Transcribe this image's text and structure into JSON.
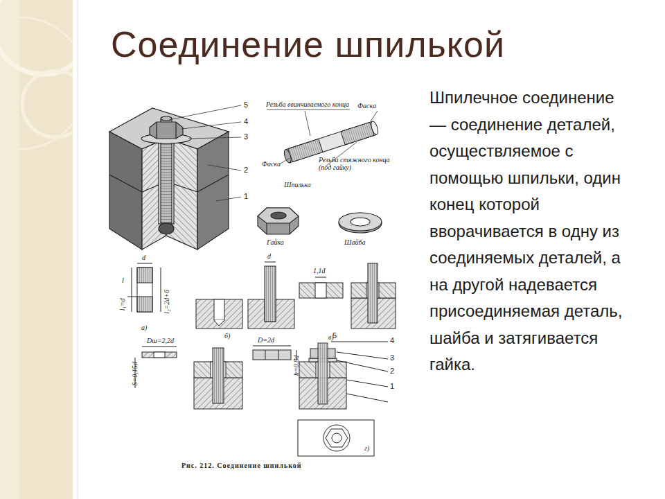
{
  "diagram": {
    "title": "Соединение шпилькой",
    "caption": "Рис. 212. Соединение шпилькой",
    "labels": [
      "5",
      "4",
      "3",
      "2",
      "1",
      "Резьба ввинчиваемого конца",
      "Фаска",
      "Фаска",
      "Резьба стяжного конца (под гайку)",
      "Шпилька",
      "Гайка",
      "Шайба",
      "d",
      "l",
      "l₁=d",
      "l₂=2d+6",
      "а)",
      "d",
      "б)",
      "1,1d",
      "в)",
      "Dш=2,2d",
      "D=2d",
      "S=0,15d",
      "h=0,8d",
      "5",
      "4",
      "3",
      "2",
      "1",
      "г)",
      "Шпилечное соединение — соединение деталей, осуществляемое с помощью шпильки, один конец которой вворачивается в одну из соединяемых деталей, а на другой надевается присоединяемая деталь, шайба и затягивается гайка."
    ]
  }
}
